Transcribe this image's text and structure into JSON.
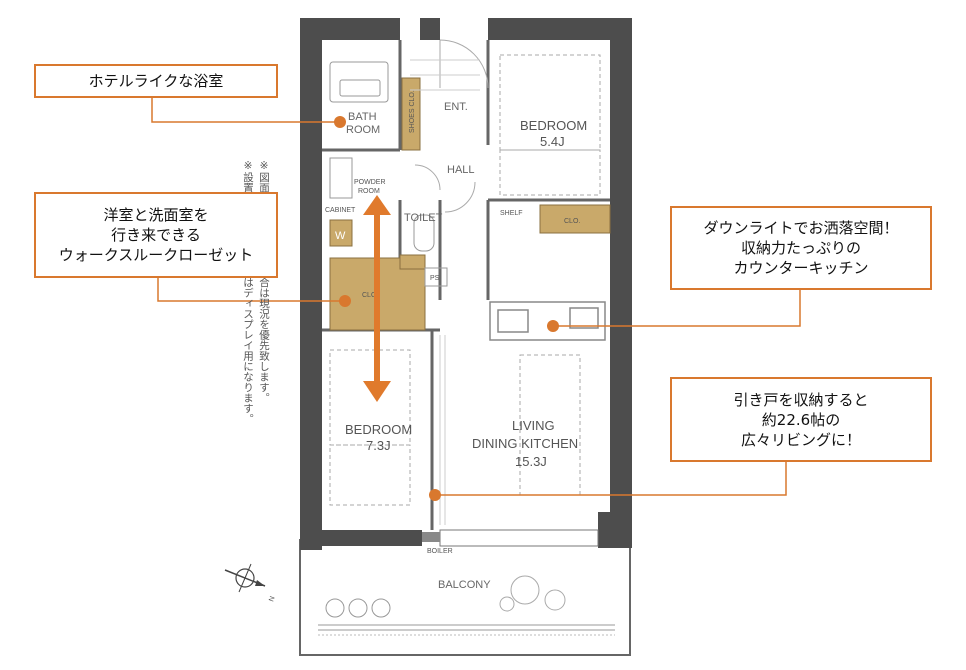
{
  "rooms": {
    "bath": [
      "BATH",
      "ROOM"
    ],
    "shoes": "SHOES CLO.",
    "ent": "ENT.",
    "bedroom1": "BEDROOM",
    "bedroom1_size": "5.4J",
    "hall": "HALL",
    "powder": [
      "POWDER",
      "ROOM"
    ],
    "cabinet": "CABINET",
    "washer": "W",
    "toilet": "TOILET",
    "shelf": "SHELF",
    "clo": "CLO.",
    "wic": "CLO.",
    "ps": "PS",
    "bedroom2": "BEDROOM",
    "bedroom2_size": "7.3J",
    "living": [
      "LIVING",
      "DINING KITCHEN",
      "15.3J"
    ],
    "boiler": "BOILER",
    "balcony": "BALCONY",
    "north": "N"
  },
  "callouts": {
    "bath": [
      "ホテルライクな浴室"
    ],
    "closet": [
      "洋室と洗面室を",
      "行き来できる",
      "ウォークスルークローゼット"
    ],
    "kitchen": [
      "ダウンライトでお洒落空間！",
      "収納力たっぷりの",
      "カウンターキッチン"
    ],
    "living": [
      "引き戸を収納すると",
      "約22.6帖の",
      "広々リビングに！"
    ]
  },
  "notes": {
    "col1": "※図面と現況が異なる場合は現況を優先致します。",
    "col2": "※設置のインテリア家具はディスプレイ用になります。"
  },
  "colors": {
    "accent": "#d9782e",
    "wall": "#4d4d4d",
    "closet_fill": "#c9a96a",
    "outline": "#9a9a9a"
  }
}
